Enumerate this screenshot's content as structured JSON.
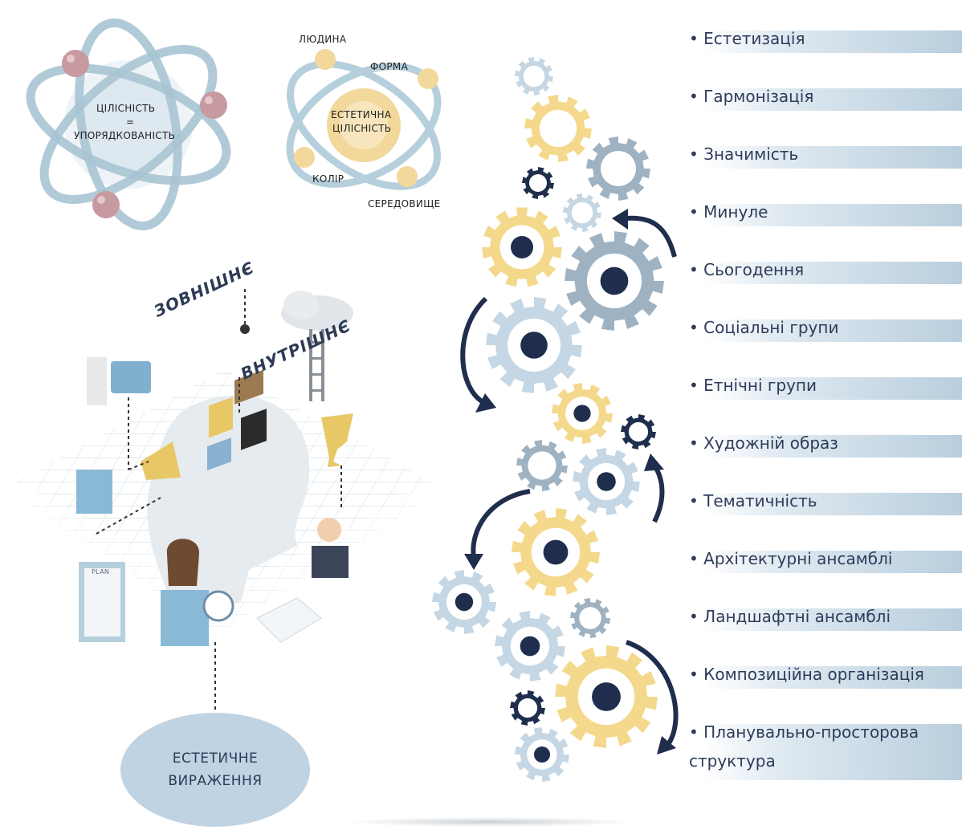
{
  "atom": {
    "center_line1": "ЦІЛІСНІСТЬ",
    "center_line2": "=",
    "center_line3": "УПОРЯДКОВАНІСТЬ"
  },
  "orbit": {
    "center_line1": "ЕСТЕТИЧНА",
    "center_line2": "ЦІЛІСНІСТЬ",
    "labels": {
      "person": "ЛЮДИНА",
      "form": "ФОРМА",
      "color": "КОЛІР",
      "environment": "СЕРЕДОВИЩЕ"
    }
  },
  "iso": {
    "external": "ЗОВНІШНЄ",
    "internal": "ВНУТРІШНЄ",
    "plan_label": "PLAN"
  },
  "expression": {
    "line1": "ЕСТЕТИЧНЕ",
    "line2": "ВИРАЖЕННЯ"
  },
  "list_items": [
    "Естетизація",
    "Гармонізація",
    "Значимість",
    "Минуле",
    "Сьогодення",
    "Соціальні групи",
    "Етнічні групи",
    "Художній образ",
    "Тематичність",
    "Архітектурні ансамблі",
    "Ландшафтні ансамблі",
    "Композиційна організація",
    "Планувально-просторова структура"
  ],
  "colors": {
    "navy": "#1f2e4d",
    "gear_blue": "#c5d7e4",
    "gear_yellow": "#f4d98c",
    "gear_grey": "#9fb2c2",
    "atom_ring": "#a9c4d3",
    "atom_ball": "#c79a9f",
    "orbit_ball": "#f2d89a"
  },
  "icons": [
    "camera-icon",
    "trophy-icon",
    "mountain-icon",
    "vase-icon",
    "people-icon",
    "shield-arrow-icon",
    "search-icon",
    "notebook-icon",
    "dna-icon",
    "list-icon"
  ]
}
